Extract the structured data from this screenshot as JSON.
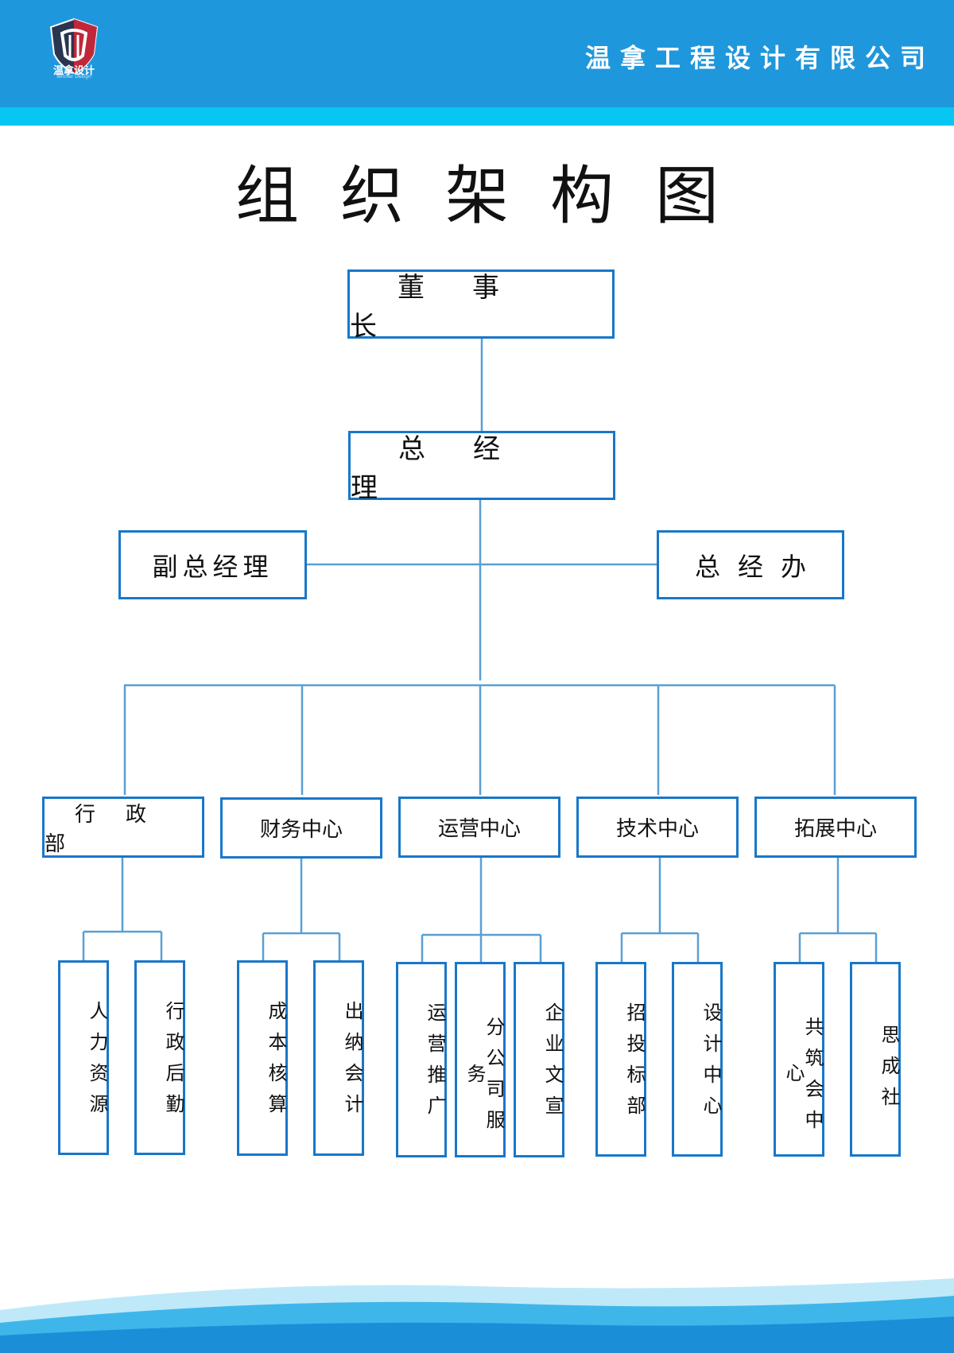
{
  "header": {
    "company": "温拿工程设计有限公司",
    "logo_text": "温拿设计",
    "logo_sub": "Winner Design",
    "bg_color": "#1f97dd",
    "stripe_color": "#08c6f2"
  },
  "title": "组织架构图",
  "chart": {
    "chairman": "董事长",
    "general_manager": "总经理",
    "deputy_gm": "副总经理",
    "gm_office": "总经办",
    "departments": [
      {
        "name": "行政部",
        "subs": [
          "人力资源",
          "行政后勤"
        ]
      },
      {
        "name": "财务中心",
        "subs": [
          "成本核算",
          "出纳会计"
        ]
      },
      {
        "name": "运营中心",
        "subs": [
          "运营推广",
          "分公司服务",
          "企业文宣"
        ]
      },
      {
        "name": "技术中心",
        "subs": [
          "招投标部",
          "设计中心"
        ]
      },
      {
        "name": "拓展中心",
        "subs": [
          "共筑会中心",
          "思成社"
        ]
      }
    ]
  },
  "colors": {
    "box_border": "#1877c9",
    "connector": "#5a9fd4"
  }
}
